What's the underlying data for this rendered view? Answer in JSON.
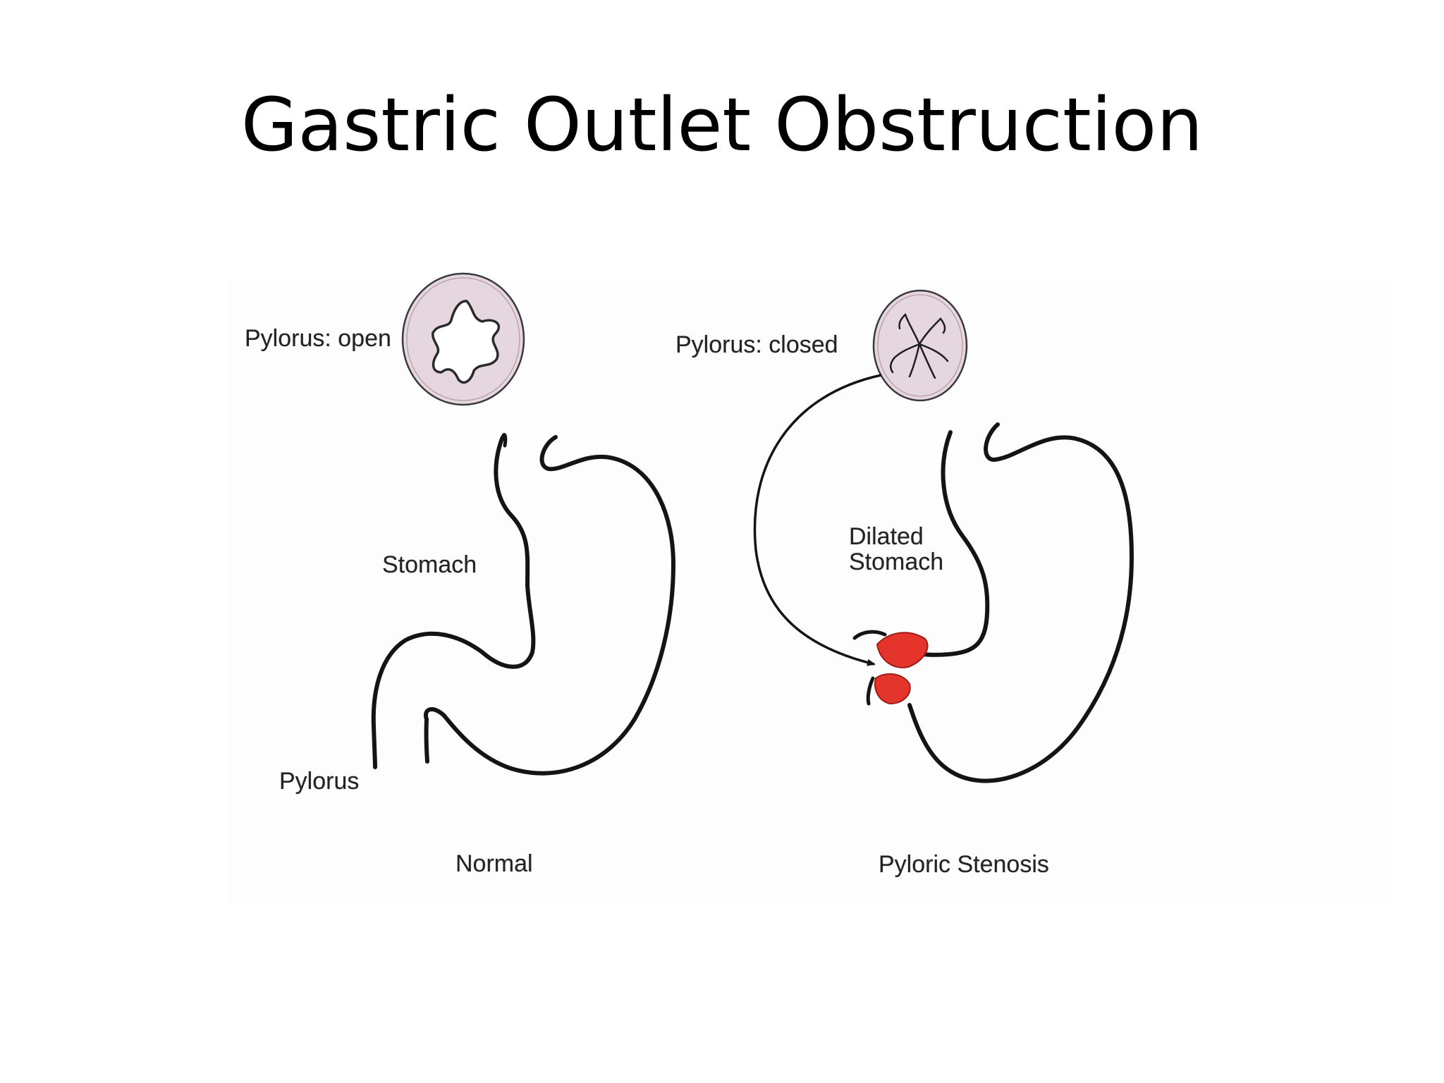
{
  "title": "Gastric Outlet Obstruction",
  "figure": {
    "normal": {
      "pylorus_open_label": "Pylorus: open",
      "stomach_label": "Stomach",
      "pylorus_label": "Pylorus",
      "caption": "Normal"
    },
    "stenosis": {
      "pylorus_closed_label": "Pylorus: closed",
      "dilated_stomach_label_line1": "Dilated",
      "dilated_stomach_label_line2": "Stomach",
      "caption": "Pyloric Stenosis"
    }
  },
  "colors": {
    "outline": "#141414",
    "pylorus_inset_fill": "#e6d6df",
    "hypertrophy": "#e4342c"
  }
}
